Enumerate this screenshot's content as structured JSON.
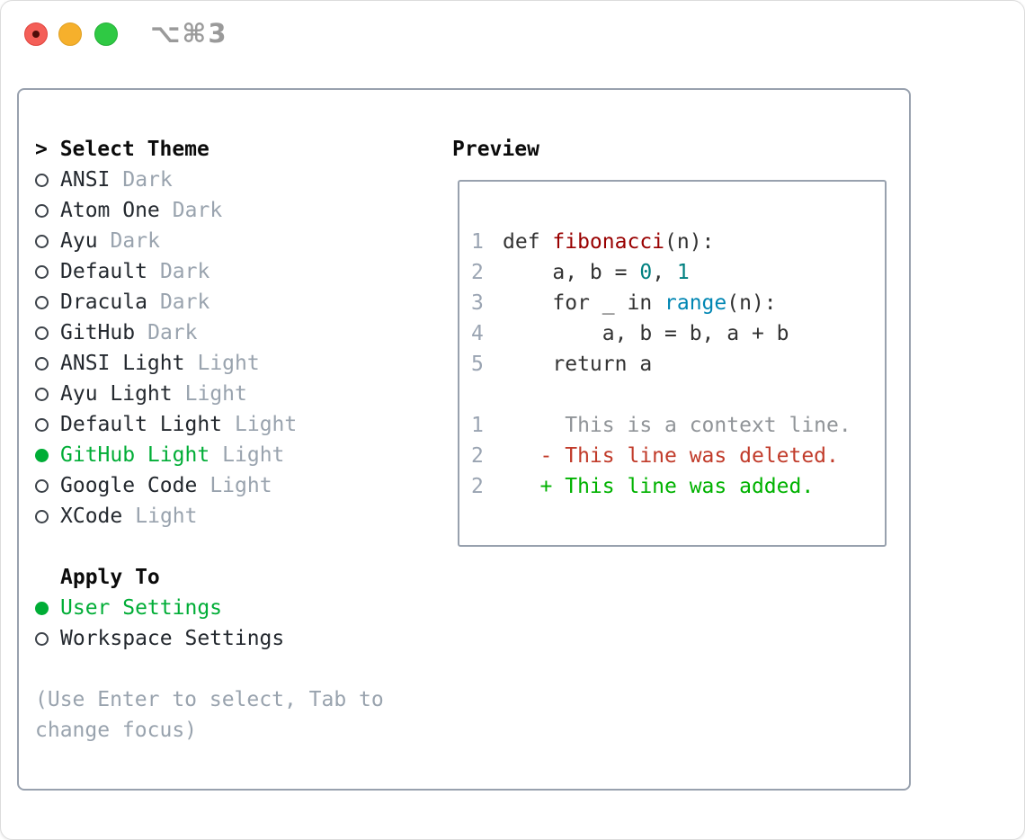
{
  "window": {
    "title": "⌥⌘3"
  },
  "theme_panel": {
    "header_prefix": "> ",
    "header": "Select Theme",
    "themes": [
      {
        "name": "ANSI",
        "variant": "Dark",
        "selected": false
      },
      {
        "name": "Atom One",
        "variant": "Dark",
        "selected": false
      },
      {
        "name": "Ayu",
        "variant": "Dark",
        "selected": false
      },
      {
        "name": "Default",
        "variant": "Dark",
        "selected": false
      },
      {
        "name": "Dracula",
        "variant": "Dark",
        "selected": false
      },
      {
        "name": "GitHub",
        "variant": "Dark",
        "selected": false
      },
      {
        "name": "ANSI Light",
        "variant": "Light",
        "selected": false
      },
      {
        "name": "Ayu Light",
        "variant": "Light",
        "selected": false
      },
      {
        "name": "Default Light",
        "variant": "Light",
        "selected": false
      },
      {
        "name": "GitHub Light",
        "variant": "Light",
        "selected": true
      },
      {
        "name": "Google Code",
        "variant": "Light",
        "selected": false
      },
      {
        "name": "XCode",
        "variant": "Light",
        "selected": false
      }
    ],
    "apply_to": {
      "header": "Apply To",
      "options": [
        {
          "label": "User Settings",
          "selected": true
        },
        {
          "label": "Workspace Settings",
          "selected": false
        }
      ]
    },
    "hint_lines": [
      "(Use Enter to select, Tab to",
      "change focus)"
    ]
  },
  "preview": {
    "header": "Preview",
    "lines": [
      {
        "num": "1",
        "segments": [
          {
            "t": "def ",
            "c": "code"
          },
          {
            "t": "fibonacci",
            "c": "fn"
          },
          {
            "t": "(n):",
            "c": "code"
          }
        ]
      },
      {
        "num": "2",
        "segments": [
          {
            "t": "    a, b = ",
            "c": "code"
          },
          {
            "t": "0",
            "c": "num"
          },
          {
            "t": ", ",
            "c": "code"
          },
          {
            "t": "1",
            "c": "num"
          }
        ]
      },
      {
        "num": "3",
        "segments": [
          {
            "t": "    for _ in ",
            "c": "code"
          },
          {
            "t": "range",
            "c": "builtin"
          },
          {
            "t": "(n):",
            "c": "code"
          }
        ]
      },
      {
        "num": "4",
        "segments": [
          {
            "t": "        a, b = b, a + b",
            "c": "code"
          }
        ]
      },
      {
        "num": "5",
        "segments": [
          {
            "t": "    return a",
            "c": "code"
          }
        ]
      },
      {
        "num": "",
        "segments": []
      },
      {
        "num": "1",
        "segments": [
          {
            "t": "     This is a context line.",
            "c": "context"
          }
        ]
      },
      {
        "num": "2",
        "segments": [
          {
            "t": "   - This line was deleted.",
            "c": "deleted"
          }
        ]
      },
      {
        "num": "2",
        "segments": [
          {
            "t": "   + This line was added.",
            "c": "added"
          }
        ]
      }
    ]
  },
  "colors": {
    "selection_green": "#00ad36",
    "addition_green": "#00b200",
    "deletion_red": "#c13b2a",
    "function_red": "#990000",
    "number_teal": "#008080",
    "builtin_blue": "#0086b3",
    "muted_gray": "#99a3ae",
    "gutter_gray": "#9aa4b2",
    "context_gray": "#909498",
    "code_text": "#333333",
    "main_text": "#24292f",
    "panel_border": "#98a1ae"
  }
}
